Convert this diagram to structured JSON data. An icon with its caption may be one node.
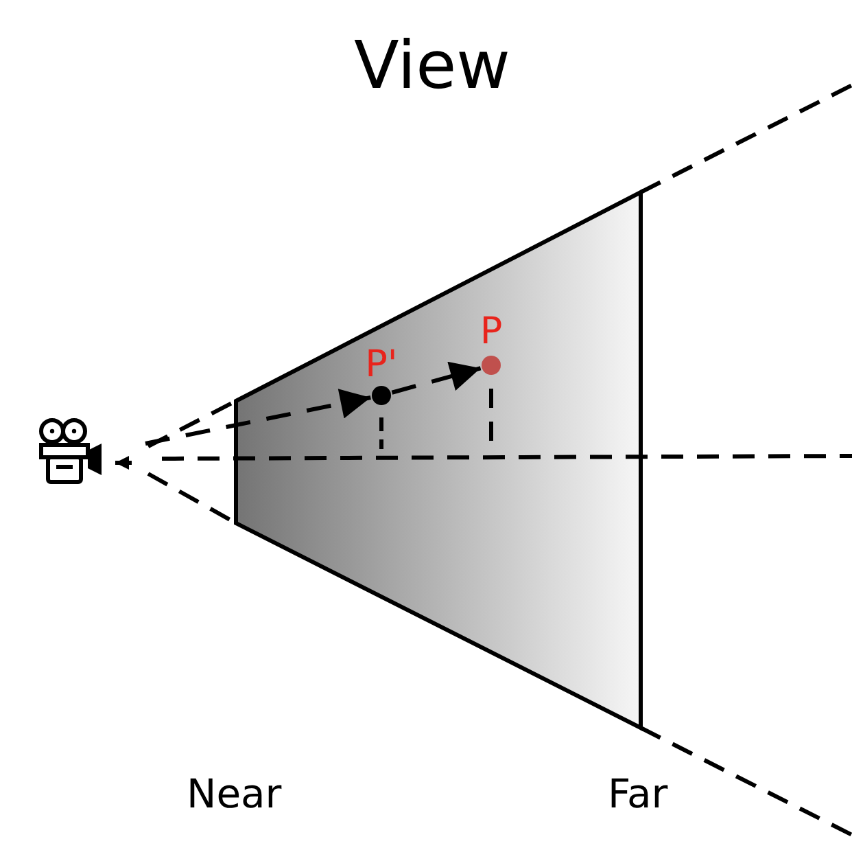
{
  "diagram": {
    "title": "View",
    "nodes": [
      {
        "text": [],
        "shape": "camera"
      },
      {
        "text": [
          "P'"
        ]
      },
      {
        "text": [
          "P"
        ]
      }
    ],
    "edges": [
      {
        "from": 0,
        "to": 1,
        "arrow": "to",
        "style": "dashed"
      },
      {
        "from": 1,
        "to": 2,
        "arrow": "to",
        "style": "dashed"
      },
      {
        "from": null,
        "to": 0,
        "arrow": "to"
      }
    ],
    "labels": [
      "Near",
      "Far"
    ]
  }
}
